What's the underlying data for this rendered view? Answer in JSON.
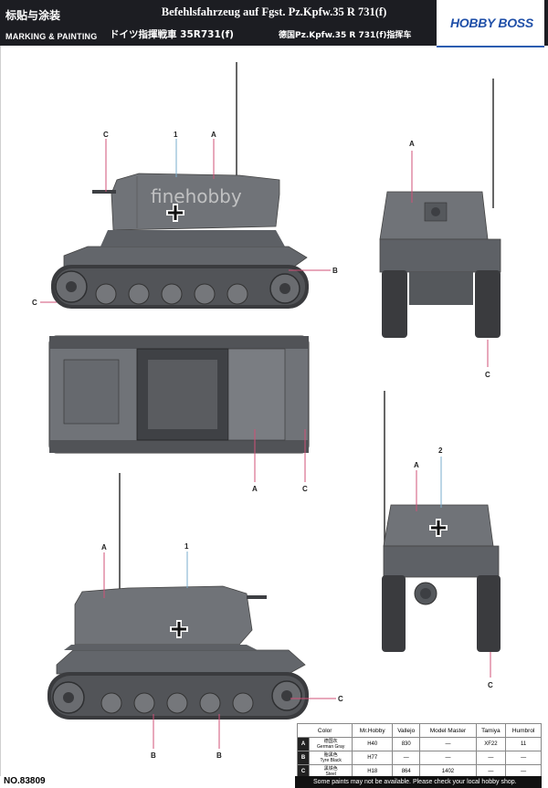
{
  "header": {
    "section_zh": "标贴与涂装",
    "section_en": "MARKING & PAINTING",
    "title_en": "Befehlsfahrzeug auf Fgst. Pz.Kpfw.35 R 731(f)",
    "title_ja": "ドイツ指揮戦車 35R731(f)",
    "title_zh": "德国Pz.Kpfw.35 R 731(f)指挥车",
    "logo_text": "HOBBY BOSS"
  },
  "watermark": "finehobby",
  "callouts": {
    "A": "A",
    "B": "B",
    "C": "C",
    "one": "1",
    "two": "2"
  },
  "color_table": {
    "headers": [
      "Color",
      "Mr.Hobby",
      "Vallejo",
      "Model Master",
      "Tamiya",
      "Humbrol"
    ],
    "rows": [
      {
        "key": "A",
        "name_zh": "德国灰",
        "name_en": "German Gray",
        "mrhobby": "H40",
        "vallejo": "830",
        "modelmaster": "—",
        "tamiya": "XF22",
        "humbrol": "11"
      },
      {
        "key": "B",
        "name_zh": "胎黑色",
        "name_en": "Tyre Black",
        "mrhobby": "H77",
        "vallejo": "—",
        "modelmaster": "—",
        "tamiya": "—",
        "humbrol": "—"
      },
      {
        "key": "C",
        "name_zh": "黑铁色",
        "name_en": "Steel",
        "mrhobby": "H18",
        "vallejo": "864",
        "modelmaster": "1402",
        "tamiya": "—",
        "humbrol": "—"
      }
    ]
  },
  "footer": {
    "item_no": "NO.83809",
    "notice": "Some paints may not be available. Please check your local hobby shop."
  },
  "colors": {
    "header_bg": "#1c1d22",
    "tank_gray": "#6b6e73",
    "leader_pink": "#d05077",
    "leader_blue": "#7aaccc",
    "logo_blue": "#1f4fa8"
  }
}
